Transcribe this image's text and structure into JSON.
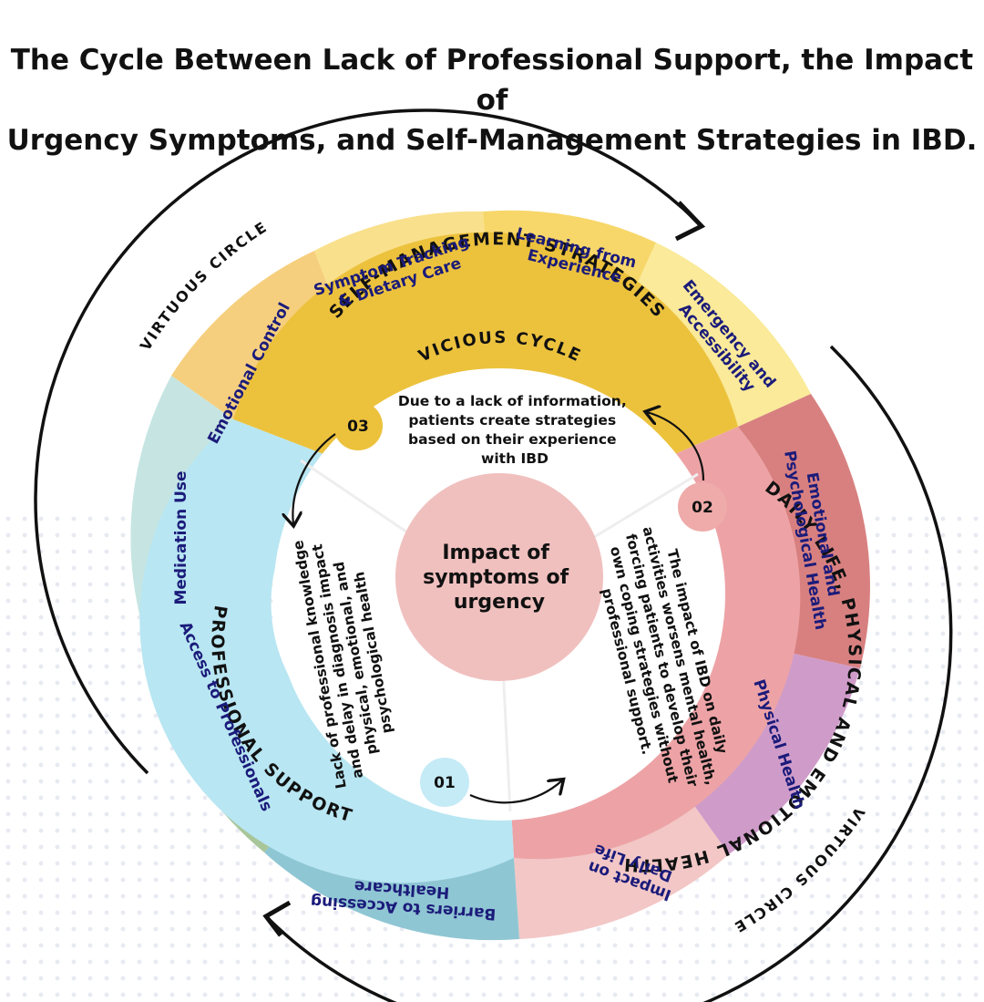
{
  "title": {
    "line1": "The Cycle Between Lack of Professional Support, the Impact of",
    "line2": "Urgency Symptoms, and Self-Management Strategies in IBD."
  },
  "outer_labels": {
    "top_left": "VIRTUOUS CIRCLE",
    "bottom_right": "VIRTUOUS CIRCLE"
  },
  "rings": {
    "self_management": "SELF-MANAGEMENT STRATEGIES",
    "daily_life": "DAILY LIFE, PHYSICAL AND EMOTIONAL HEALTH",
    "professional": "PROFESSIONAL SUPPORT"
  },
  "segments": {
    "emotional_control": "Emotional Control",
    "symptom_tracking": [
      "Symptom Tracking",
      "& Dietary Care"
    ],
    "learning": [
      "Learning from",
      "Experience"
    ],
    "emergency": [
      "Emergency and",
      "Accessibility"
    ],
    "emotional_psych": [
      "Emotional and",
      "Psychological Health"
    ],
    "physical_health": "Physical Health",
    "impact_daily": [
      "Impact on",
      "Daily Life"
    ],
    "barriers": [
      "Barriers to Accessing",
      "Healthcare"
    ],
    "access_professionals": "Access to Professionals",
    "medication_use": "Medication Use"
  },
  "vicious_cycle_label": "VICIOUS CYCLE",
  "steps": {
    "n01": "01",
    "n02": "02",
    "n03": "03",
    "text03": [
      "Due to a lack of information,",
      "patients create strategies",
      "based on their experience",
      "with IBD"
    ],
    "text02": [
      "The impact of IBD on daily",
      "activities worsens mental health,",
      "forcing patients to develop their",
      "own coping strategies without",
      "professional support."
    ],
    "text01": [
      "Lack of professional knowledge",
      "and delay in diagnosis impact",
      "physical, emotional, and",
      "psychological health"
    ]
  },
  "center": [
    "Impact of",
    "symptoms of",
    "urgency"
  ],
  "colors": {
    "self_management_ring": "#ecc23d",
    "daily_life_ring": "#eda3a6",
    "professional_ring": "#b8e6f2",
    "center": "#f0c0bf",
    "badge01": "#c5ebf6",
    "badge02": "#eeabaa",
    "badge03": "#ecc23d"
  }
}
